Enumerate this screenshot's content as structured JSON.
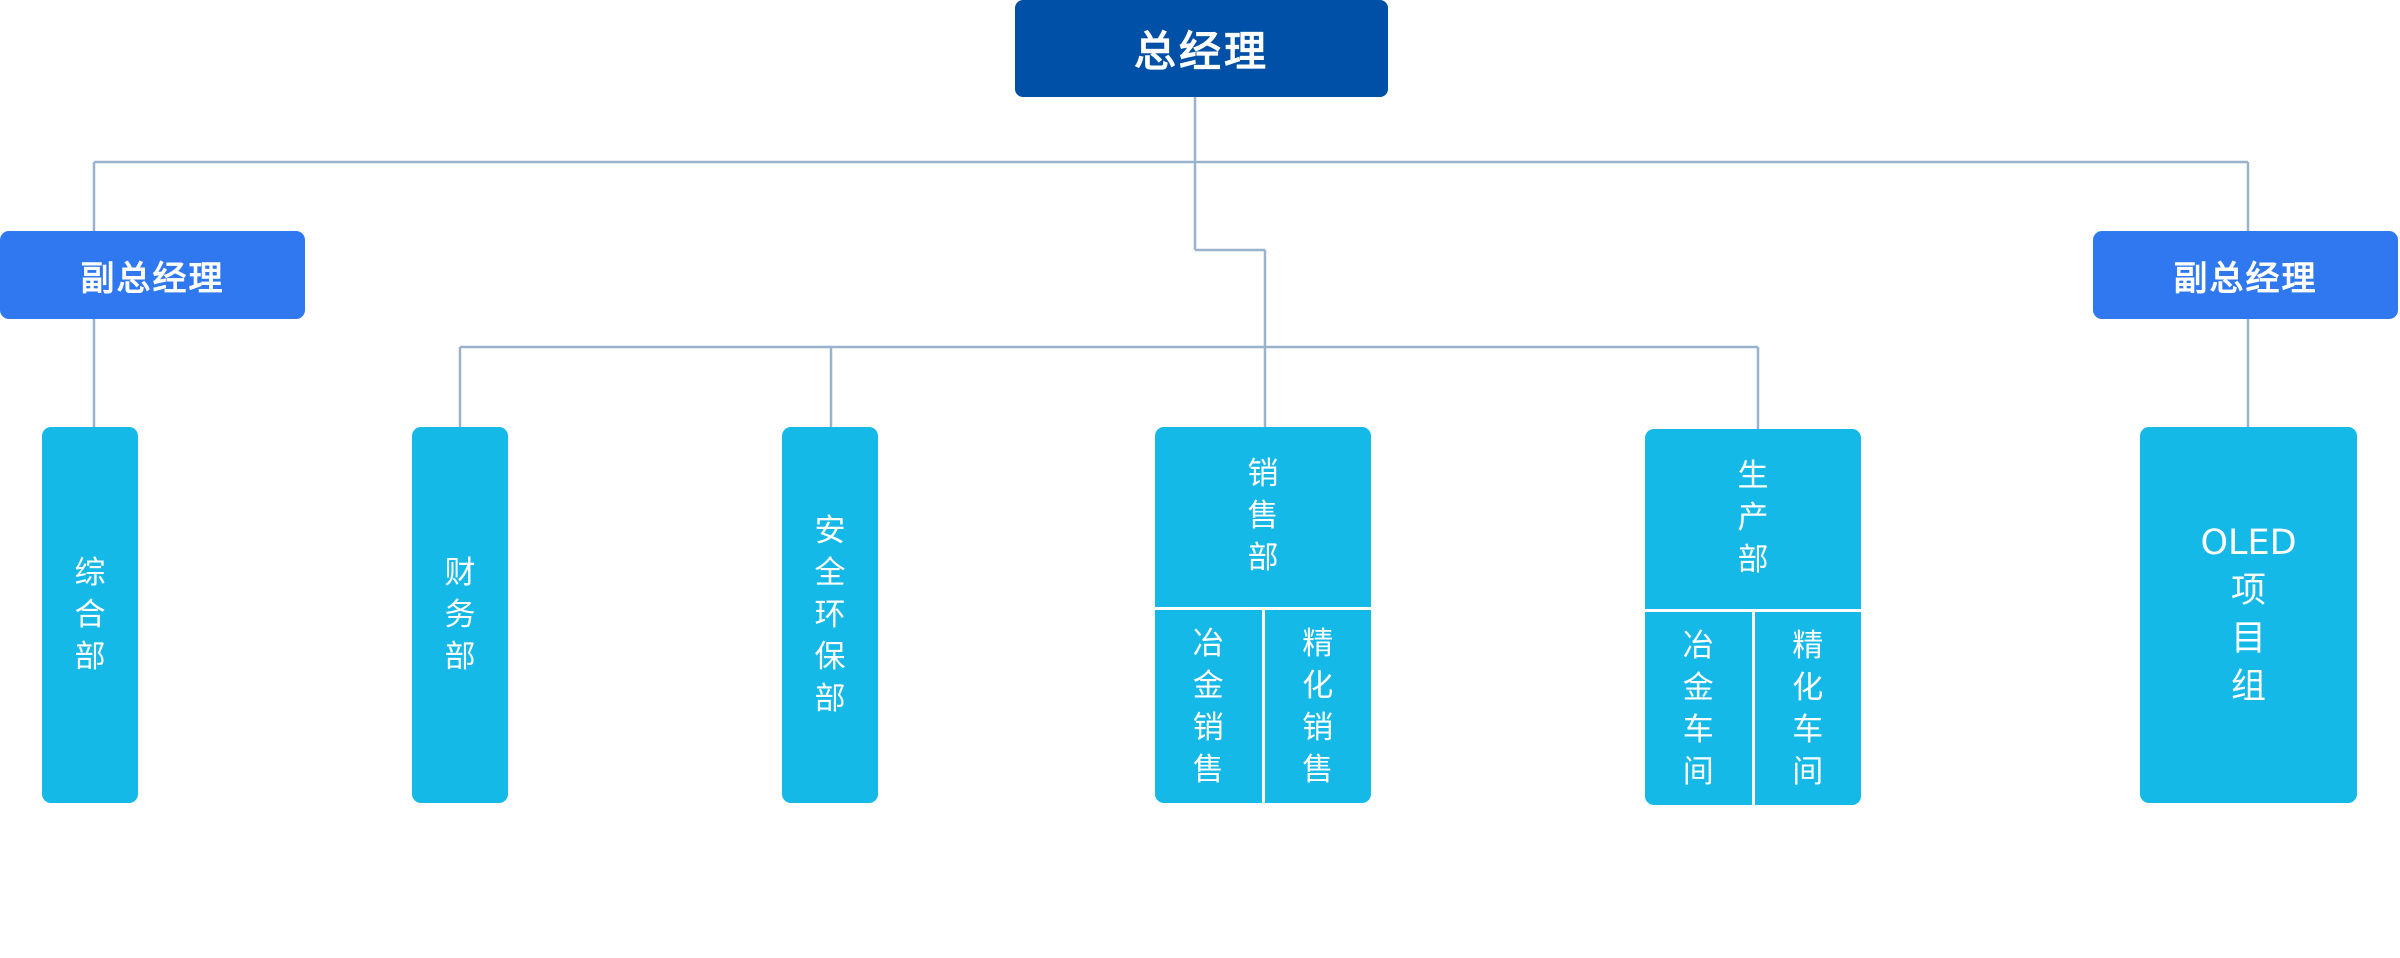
{
  "colors": {
    "ceo": "#0050a7",
    "vice_president": "#2f78f0",
    "department": "#15b9e8",
    "connector": "#9ab3cc",
    "text": "#ffffff"
  },
  "ceo": {
    "label": "总经理"
  },
  "vice_presidents": {
    "left": "副总经理",
    "right": "副总经理"
  },
  "departments": {
    "general_affairs": "综\n合\n部",
    "finance": "财\n务\n部",
    "safety": "安\n全\n环\n保\n部",
    "sales": {
      "label": "销\n售\n部",
      "sub": [
        "冶\n金\n销\n售",
        "精\n化\n销\n售"
      ]
    },
    "production": {
      "label": "生\n产\n部",
      "sub": [
        "冶\n金\n车\n间",
        "精\n化\n车\n间"
      ]
    },
    "oled": "OLED\n项\n目\n组"
  }
}
